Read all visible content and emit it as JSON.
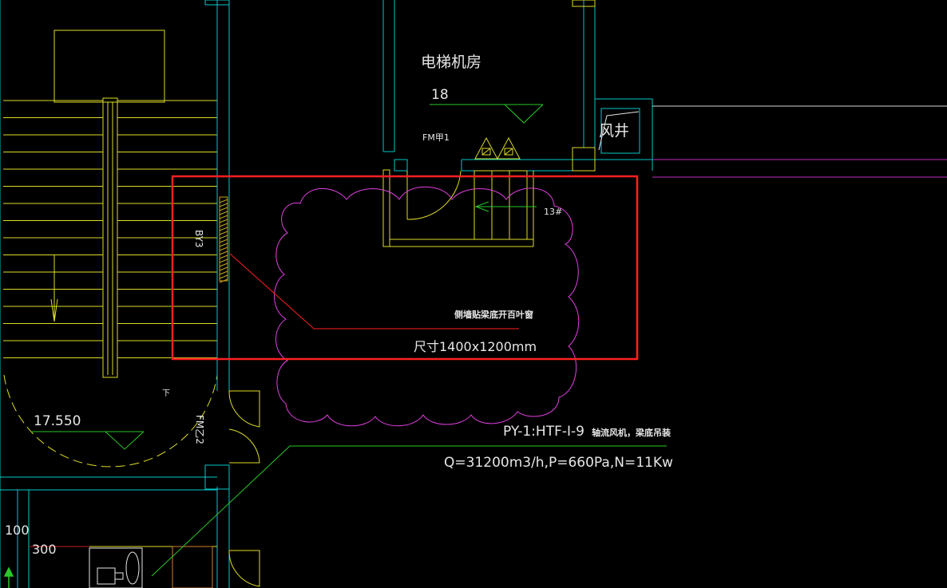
{
  "colors": {
    "background": "#000000",
    "wall": "#00c8c8",
    "stair": "#dcdc28",
    "revision_cloud": "#e040e0",
    "highlight_box": "#ff2020",
    "leader_red": "#ff2020",
    "leader_green": "#28c828",
    "level_marker": "#28c828",
    "text": "#e6e6e6",
    "hatch": "#d0a020",
    "duct_white": "#d8d8d8",
    "duct_magenta": "#c030c0"
  },
  "labels": {
    "room_name": "电梯机房",
    "room_level": "18",
    "door_fm1": "FM甲1",
    "shaft": "风井",
    "arrow_label": "13#",
    "by3": "BY3",
    "louver_note": "侧墙贴梁底开百叶窗",
    "louver_size": "尺寸1400x1200mm",
    "stair_level": "17.550",
    "door_fm2": "FM乙2",
    "down_mark": "下",
    "fan_model": "PY-1:HTF-I-9",
    "fan_desc": "轴流风机，梁底吊装",
    "fan_spec": "Q=31200m3/h,P=660Pa,N=11Kw",
    "dim_100": "100",
    "dim_300": "300"
  }
}
